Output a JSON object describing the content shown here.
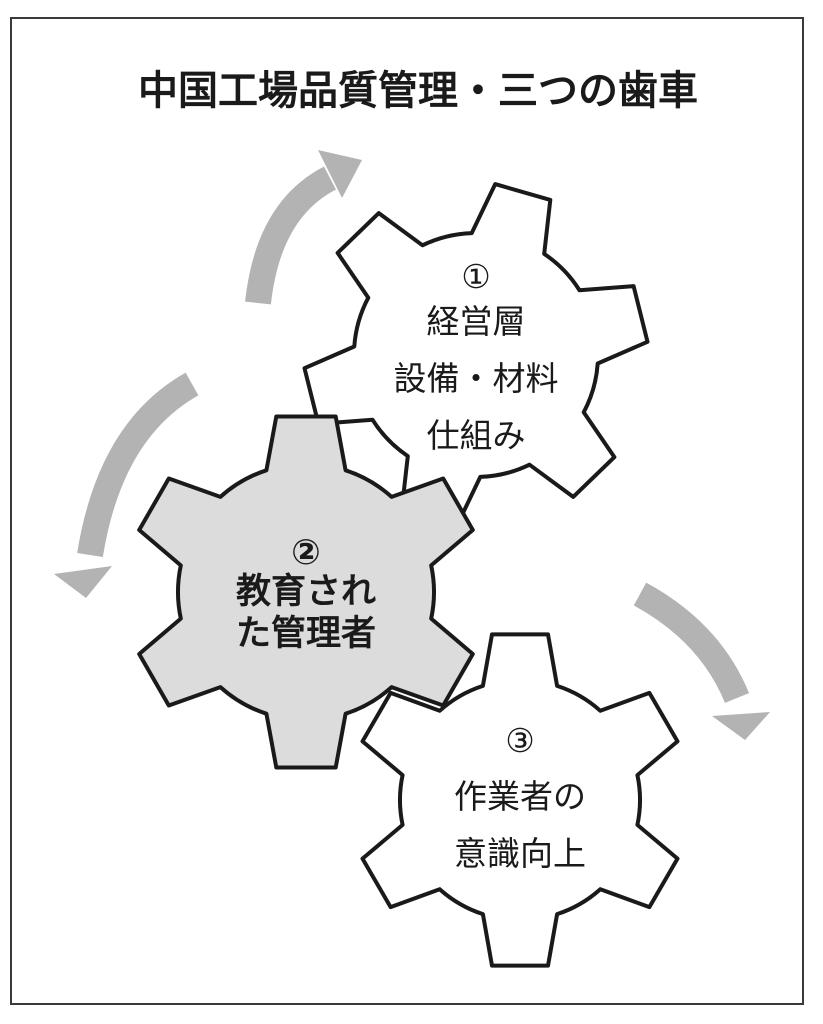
{
  "title": "中国工場品質管理・三つの歯車",
  "colors": {
    "gear_outline": "#1a1a1a",
    "gear_fill_highlight": "#dcdcdc",
    "gear_fill_plain": "#ffffff",
    "arrow": "#b3b3b3",
    "frame_border": "#3a3a3a"
  },
  "gears": [
    {
      "number": "①",
      "lines": [
        "経営層",
        "設備・材料",
        "仕組み"
      ]
    },
    {
      "number": "②",
      "lines": [
        "教育され",
        "た管理者"
      ]
    },
    {
      "number": "③",
      "lines": [
        "作業者の",
        "意識向上"
      ]
    }
  ]
}
